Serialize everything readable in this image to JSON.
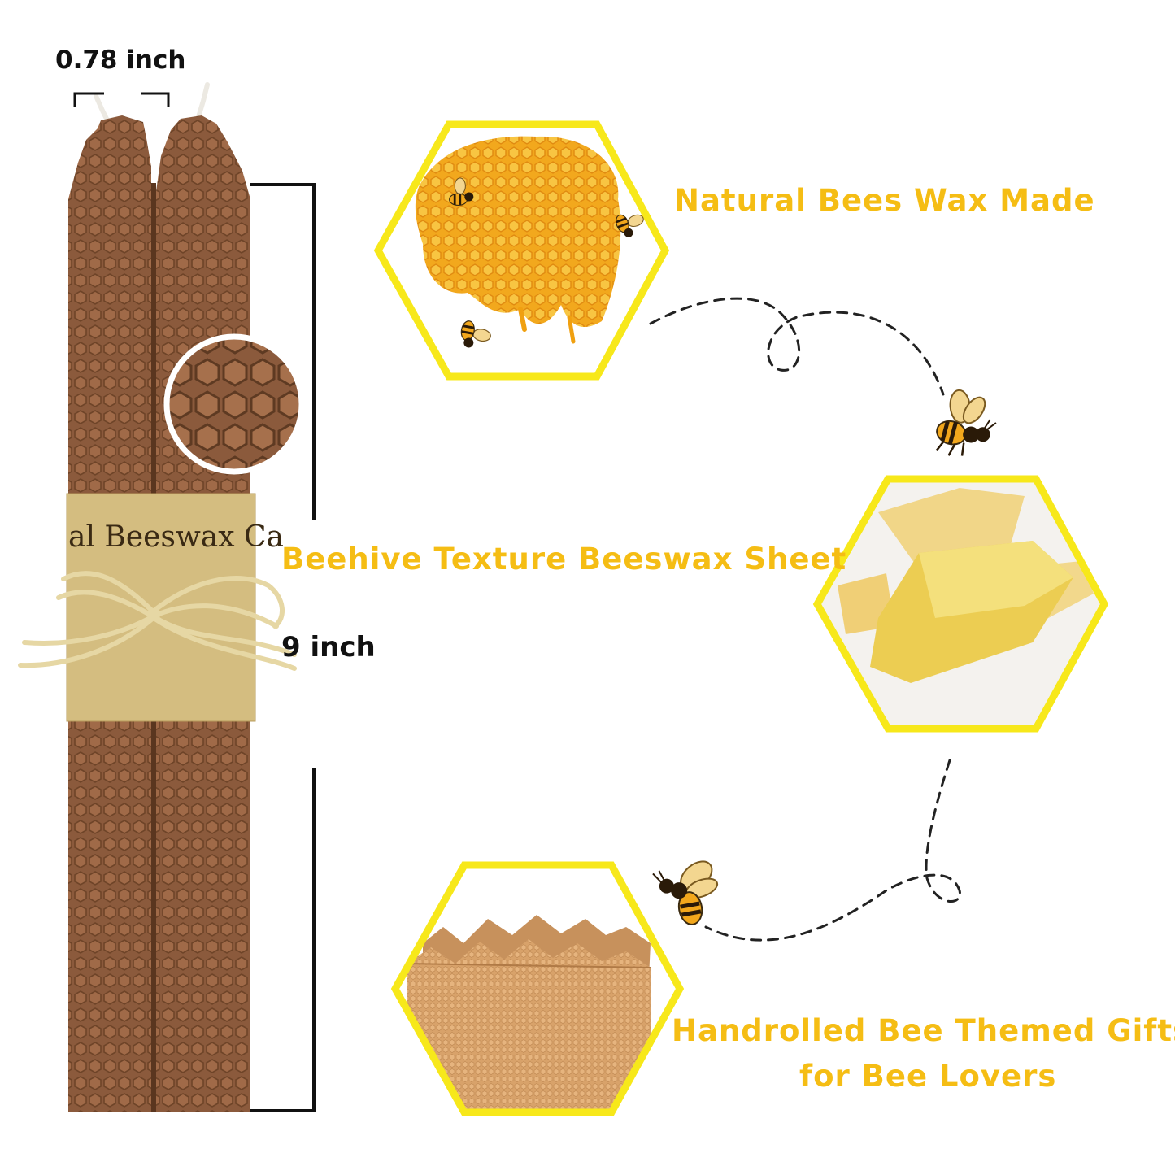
{
  "measurements": {
    "width": "0.78 inch",
    "height": "9 inch"
  },
  "candle_band_text": "al Beeswax Ca",
  "features": {
    "natural": "Natural Bees Wax Made",
    "texture": "Beehive Texture Beeswax Sheet",
    "gift_line1": "Handrolled Bee Themed Gifts",
    "gift_line2": "for Bee Lovers"
  },
  "colors": {
    "accent_yellow": "#f5bd14",
    "hex_border": "#f7e81a",
    "candle_brown": "#8b5a3c",
    "dimension_black": "#111111"
  },
  "icons": [
    "bee-icon",
    "honeycomb-photo",
    "wax-blocks-photo",
    "wax-sheets-photo",
    "dashed-flight-path"
  ]
}
